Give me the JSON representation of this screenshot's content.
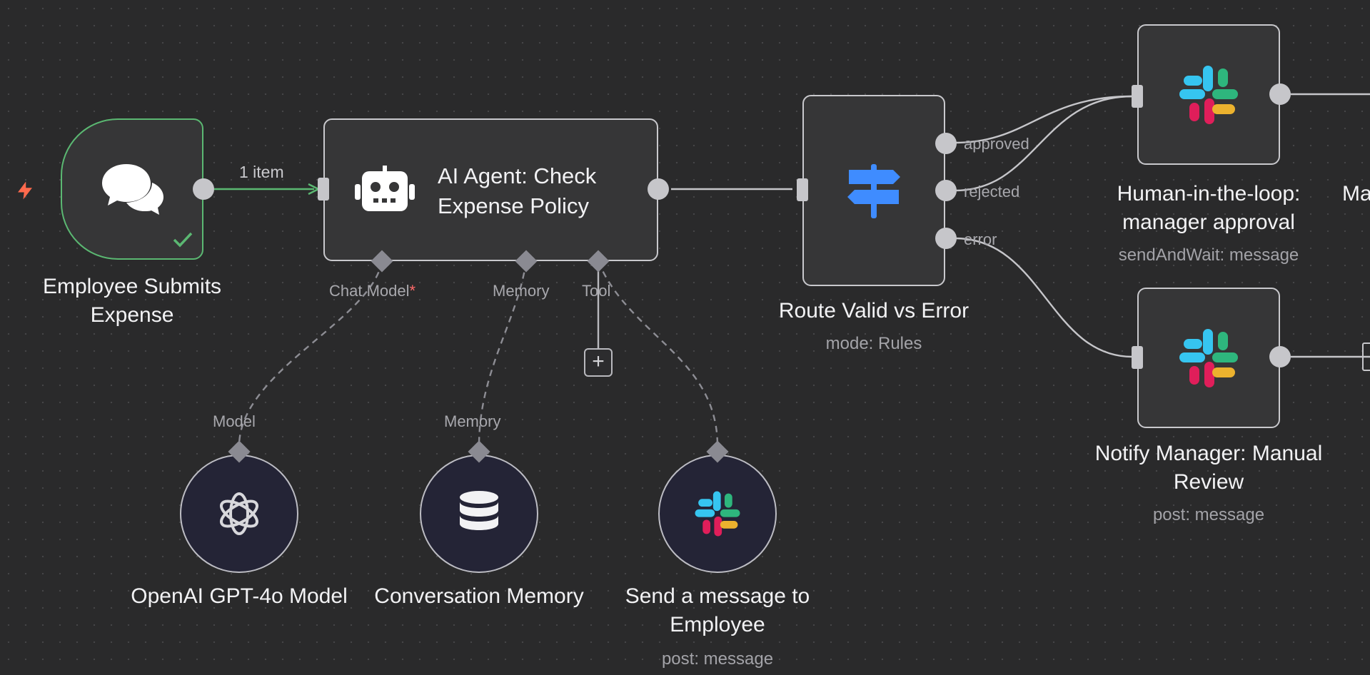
{
  "canvas": {
    "background": "#2a2a2b",
    "grid_dot": "#454547"
  },
  "colors": {
    "success": "#5bb872",
    "trigger_bolt": "#ff6a4d",
    "slack": [
      "#36C5F0",
      "#2EB67D",
      "#ECB22E",
      "#E01E5A"
    ]
  },
  "trigger": {
    "title": "Employee Submits Expense",
    "icon": "chat-bubbles-icon",
    "status": "check-icon",
    "connection_label": "1 item"
  },
  "agent": {
    "title": "AI Agent: Check Expense Policy",
    "icon": "robot-icon",
    "ports": {
      "chat_model": "Chat Model",
      "required_mark": "*",
      "memory": "Memory",
      "tool": "Tool"
    },
    "add_tool": "+"
  },
  "router": {
    "title": "Route Valid vs Error",
    "subtitle": "mode: Rules",
    "icon": "signpost-icon",
    "outputs": [
      "approved",
      "rejected",
      "error"
    ]
  },
  "approval": {
    "title": "Human-in-the-loop: manager approval",
    "subtitle": "sendAndWait: message",
    "icon": "slack-icon"
  },
  "notify": {
    "title": "Notify Manager: Manual Review",
    "subtitle": "post: message",
    "icon": "slack-icon"
  },
  "partial_node": {
    "title": "Ma"
  },
  "model": {
    "port_label": "Model",
    "title": "OpenAI GPT-4o Model",
    "icon": "openai-icon"
  },
  "memory": {
    "port_label": "Memory",
    "title": "Conversation Memory",
    "icon": "database-icon"
  },
  "tool": {
    "title": "Send a message to Employee",
    "subtitle": "post: message",
    "icon": "slack-icon"
  }
}
